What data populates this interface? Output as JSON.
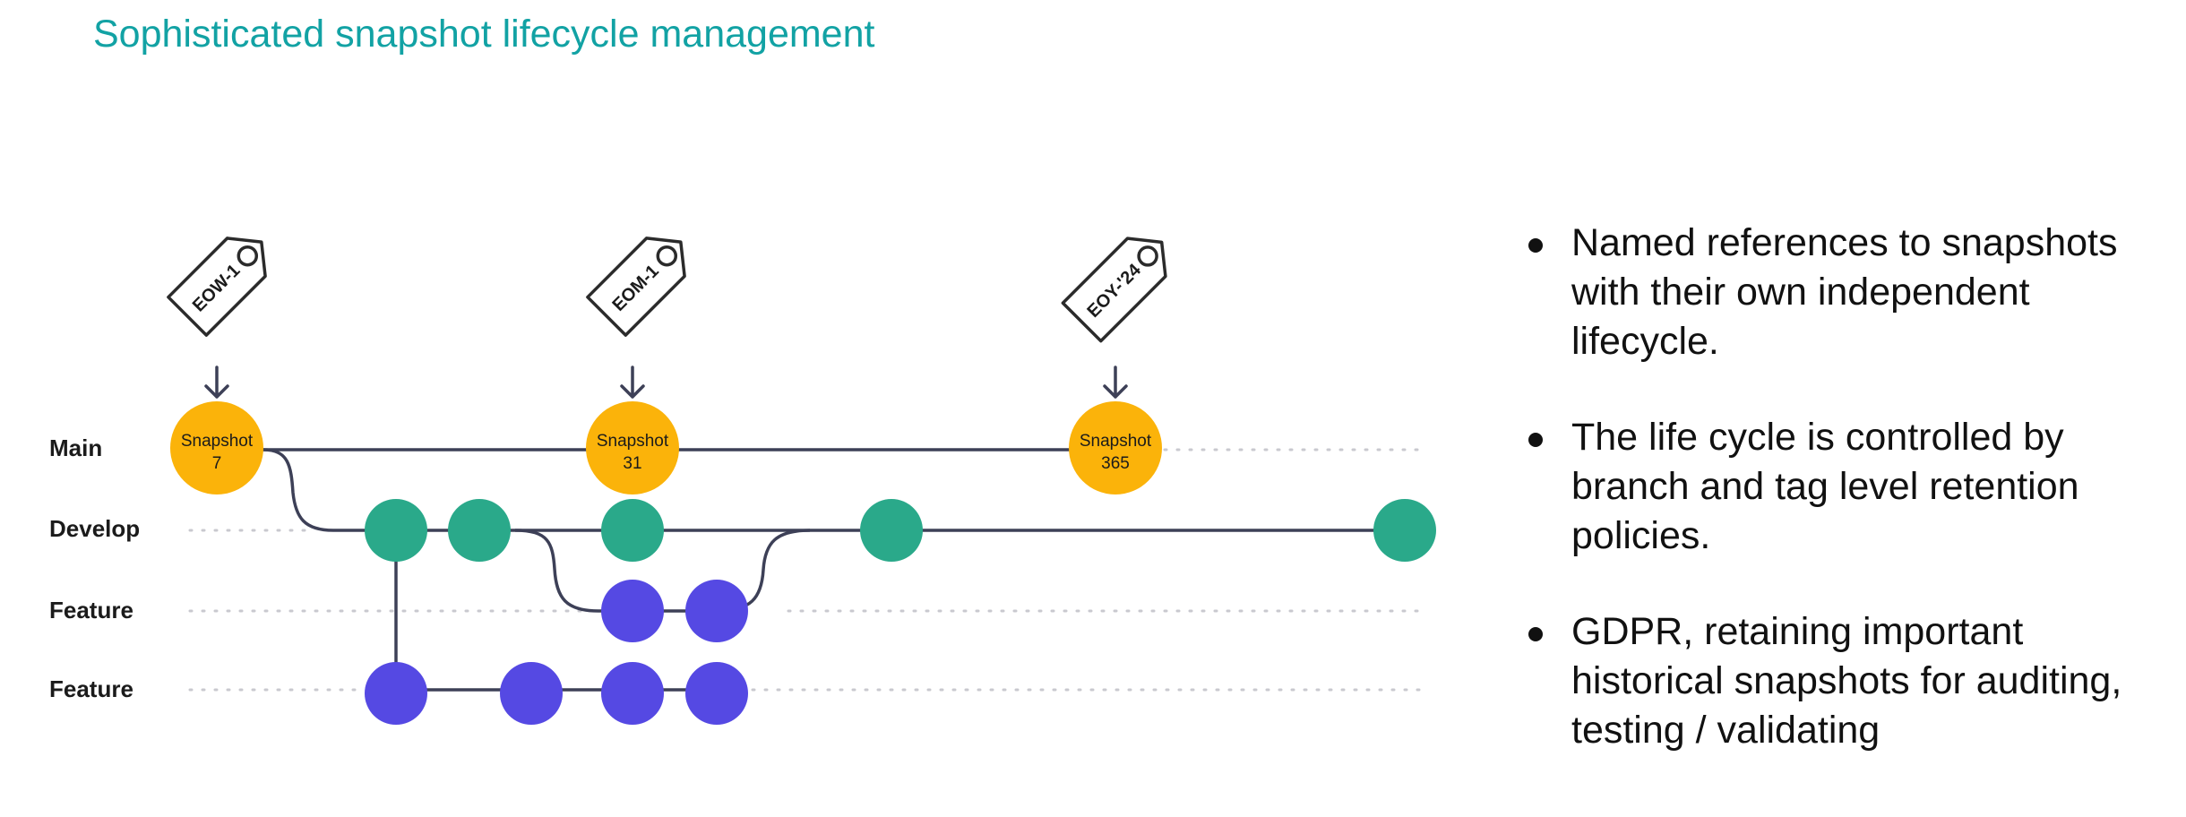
{
  "title": "Sophisticated snapshot lifecycle management",
  "lanes": [
    "Main",
    "Develop",
    "Feature",
    "Feature"
  ],
  "snapshots": [
    {
      "line1": "Snapshot",
      "line2": "7"
    },
    {
      "line1": "Snapshot",
      "line2": "31"
    },
    {
      "line1": "Snapshot",
      "line2": "365"
    }
  ],
  "tags": [
    "EOW-1",
    "EOM-1",
    "EOY-'24"
  ],
  "bullets": [
    "Named references to snapshots with their own independent lifecycle.",
    "The life cycle is controlled by branch and tag level retention policies.",
    "GDPR, retaining important historical snapshots for auditing, testing / validating"
  ],
  "colors": {
    "title": "#12a2a4",
    "snapshot": "#fbb30a",
    "develop_commit": "#2aa98a",
    "feature_commit": "#5549e3",
    "line": "#3d4057"
  }
}
